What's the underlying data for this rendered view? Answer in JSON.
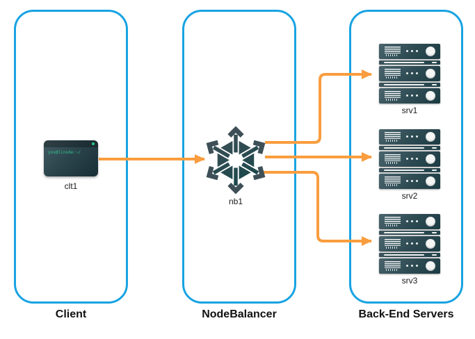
{
  "diagram": {
    "zones": [
      {
        "id": "client",
        "label": "Client"
      },
      {
        "id": "nodebalancer",
        "label": "NodeBalancer"
      },
      {
        "id": "backend",
        "label": "Back-End Servers"
      }
    ],
    "nodes": {
      "clt1": {
        "label": "clt1",
        "type": "terminal",
        "terminal_prompt": "you@linode:~/"
      },
      "nb1": {
        "label": "nb1",
        "type": "nodebalancer"
      },
      "srv1": {
        "label": "srv1",
        "type": "server-stack"
      },
      "srv2": {
        "label": "srv2",
        "type": "server-stack"
      },
      "srv3": {
        "label": "srv3",
        "type": "server-stack"
      }
    },
    "edges": [
      {
        "from": "clt1",
        "to": "nb1"
      },
      {
        "from": "nb1",
        "to": "srv1"
      },
      {
        "from": "nb1",
        "to": "srv2"
      },
      {
        "from": "nb1",
        "to": "srv3"
      }
    ],
    "colors": {
      "zone_border": "#18A3E2",
      "arrow": "#F99D3E",
      "icon_slate": "#3E4F57",
      "icon_teal": "#17474A",
      "terminal_green": "#2FC48F",
      "label_text": "#1A1A1A"
    }
  }
}
